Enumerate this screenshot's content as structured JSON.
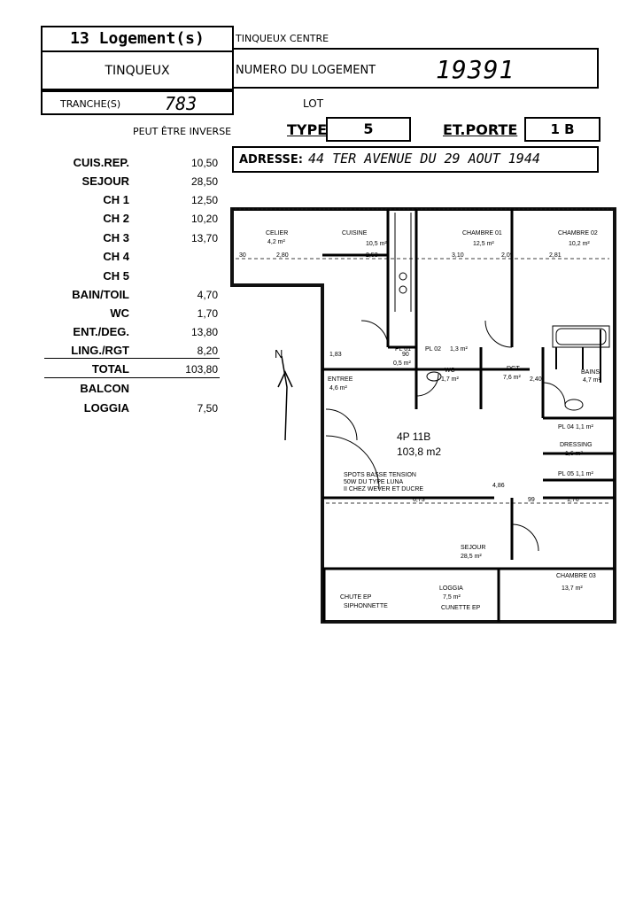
{
  "header": {
    "count_label": "13  Logement(s)",
    "site": "TINQUEUX CENTRE",
    "commune": "TINQUEUX",
    "numero_label": "NUMERO DU LOGEMENT",
    "numero_value": "19391",
    "tranche_label": "TRANCHE(S)",
    "tranche_value": "783",
    "lot_label": "LOT",
    "inverse_label": "PEUT ÊTRE INVERSE",
    "type_label": "TYPE",
    "type_value": "5",
    "etporte_label": "ET.PORTE",
    "etporte_value": "1 B",
    "adresse_label": "ADRESSE:",
    "adresse_value": "44 TER AVENUE DU 29 AOUT 1944"
  },
  "surfaces": [
    {
      "label": "CUIS.REP.",
      "value": "10,50"
    },
    {
      "label": "SEJOUR",
      "value": "28,50"
    },
    {
      "label": "CH 1",
      "value": "12,50"
    },
    {
      "label": "CH 2",
      "value": "10,20"
    },
    {
      "label": "CH 3",
      "value": "13,70"
    },
    {
      "label": "CH 4",
      "value": ""
    },
    {
      "label": "CH 5",
      "value": ""
    },
    {
      "label": "BAIN/TOIL",
      "value": "4,70"
    },
    {
      "label": "WC",
      "value": "1,70"
    },
    {
      "label": "ENT./DEG.",
      "value": "13,80"
    },
    {
      "label": "LING./RGT",
      "value": "8,20"
    },
    {
      "label": "TOTAL",
      "value": "103,80"
    },
    {
      "label": "BALCON",
      "value": ""
    },
    {
      "label": "LOGGIA",
      "value": "7,50"
    }
  ],
  "plan": {
    "rooms": {
      "celier": "CELIER",
      "celier_area": "4,2 m²",
      "cuisine": "CUISINE",
      "cuisine_area": "10,5 m²",
      "chambre01": "CHAMBRE 01",
      "chambre01_area": "12,5 m²",
      "chambre02": "CHAMBRE 02",
      "chambre02_area": "10,2 m²",
      "entree": "ENTREE",
      "entree_area": "4,6 m²",
      "wc": "WC",
      "wc_area": "1,7 m²",
      "dgt": "DGT",
      "dgt_area": "7,6 m²",
      "bains": "BAINS",
      "bains_area": "4,7 m²",
      "dressing": "DRESSING",
      "dressing_area": "1,6 m²",
      "sejour": "SEJOUR",
      "sejour_area": "28,5 m²",
      "loggia": "LOGGIA",
      "loggia_area": "7,5 m²",
      "chambre03": "CHAMBRE 03",
      "chambre03_area": "13,7 m²",
      "pl01": "PL 01",
      "pl02": "PL 02",
      "pl02_area": "1,3 m²",
      "pl04": "PL 04 1,1 m²",
      "pl05": "PL 05 1,1 m²",
      "small_area": "0,5 m²"
    },
    "center_label": "4P 11B",
    "center_area": "103,8  m2",
    "note1": "SPOTS BASSE TENSION",
    "note2": "50W DU TYPE LUNA",
    "note3": "II CHEZ WEVER ET DUCRE",
    "gutter1": "CHUTE EP",
    "gutter2": "SIPHONNETTE",
    "gutter3": "CUNETTE EP",
    "dims": {
      "d1": "2,80",
      "d2": "2,53",
      "d3": "3,10",
      "d4": "2,81",
      "d5": "1,83",
      "d6": "6,73",
      "d7": "1,76",
      "d8": "2,09",
      "d9": "4,86",
      "d10": "2,40",
      "d11": "30",
      "d12": "90",
      "d13": "99"
    },
    "north": "N"
  }
}
